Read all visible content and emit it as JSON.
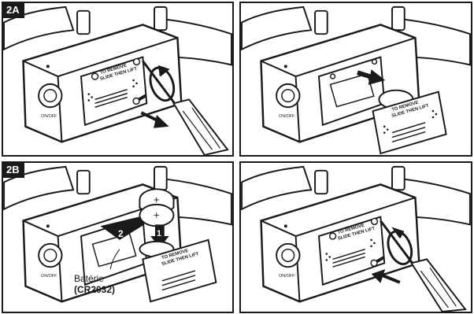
{
  "panels": {
    "p1": {
      "label": "2A"
    },
    "p2": {
      "label": ""
    },
    "p3": {
      "label": "2B"
    },
    "p4": {
      "label": ""
    }
  },
  "device": {
    "onoff_label": "ON/OFF",
    "cover_text_line1": "TO REMOVE",
    "cover_text_line2": "SLIDE THEN LIFT",
    "plus_sign": "+"
  },
  "battery": {
    "label": "Batérie",
    "model": "(CR2032)",
    "step1": "1",
    "step2": "2"
  }
}
